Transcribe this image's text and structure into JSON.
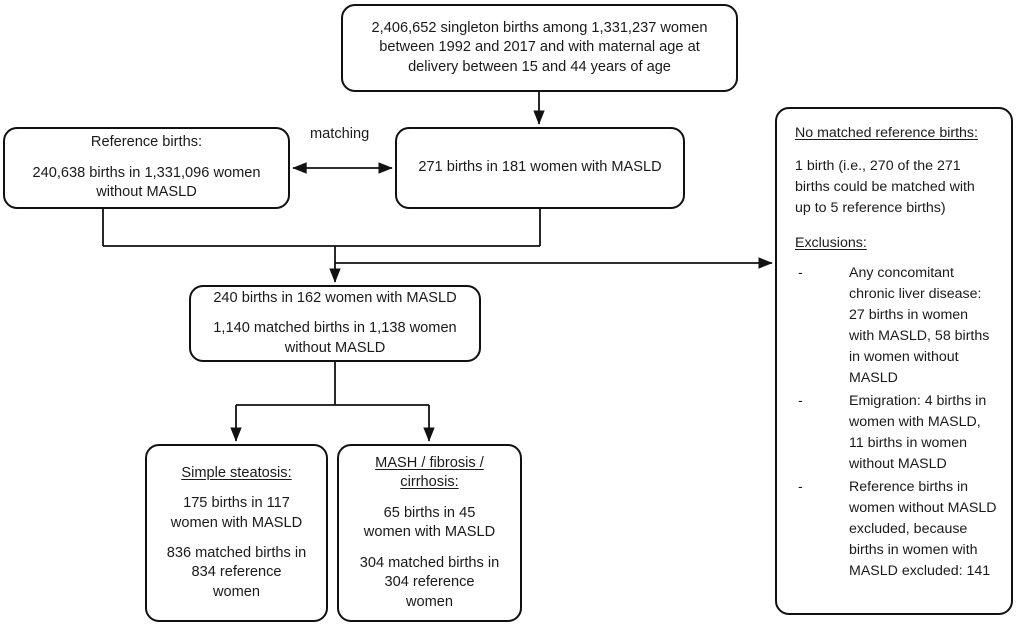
{
  "diagram": {
    "title": "MASLD pregnancy cohort flow diagram",
    "line_color": "#111111",
    "box_fill": "#ffffff",
    "text_color": "#1a1a1a"
  },
  "boxes": {
    "cohort": {
      "line1": "2,406,652 singleton births among 1,331,237 women",
      "line2": "between 1992 and 2017 and with maternal age at",
      "line3": "delivery between 15 and 44 years of age"
    },
    "reference": {
      "heading": "Reference births:",
      "line1": "240,638 births in 1,331,096 women",
      "line2": "without MASLD"
    },
    "masld": {
      "line1": "271 births in 181 women with MASLD"
    },
    "matched": {
      "line1": "240 births in 162 women with MASLD",
      "line2": "1,140 matched births in 1,138 women",
      "line3": "without MASLD"
    },
    "steatosis": {
      "heading": "Simple steatosis:",
      "line1": "175 births in 117",
      "line2": "women with MASLD",
      "line3": "836 matched births in",
      "line4": "834 reference",
      "line5": "women"
    },
    "mash": {
      "heading_line1": "MASH / fibrosis /",
      "heading_line2": "cirrhosis:",
      "line1": "65 births in 45",
      "line2": "women with MASLD",
      "line3": "304 matched births in",
      "line4": "304 reference",
      "line5": "women"
    },
    "exclusions": {
      "heading_no_match": "No matched reference births:",
      "no_match_line1": "1 birth (i.e., 270 of the 271",
      "no_match_line2": "births could be matched with",
      "no_match_line3": "up to 5 reference births)",
      "heading_exclusions": "Exclusions:",
      "bullet_marker": "-",
      "items": [
        "Any concomitant chronic liver disease: 27 births in women with MASLD, 58 births in women without MASLD",
        "Emigration: 4 births in women with MASLD, 11 births in women without MASLD",
        "Reference births in women without MASLD excluded, because births in women with MASLD excluded: 141"
      ]
    }
  },
  "edge_labels": {
    "matching": "matching"
  }
}
